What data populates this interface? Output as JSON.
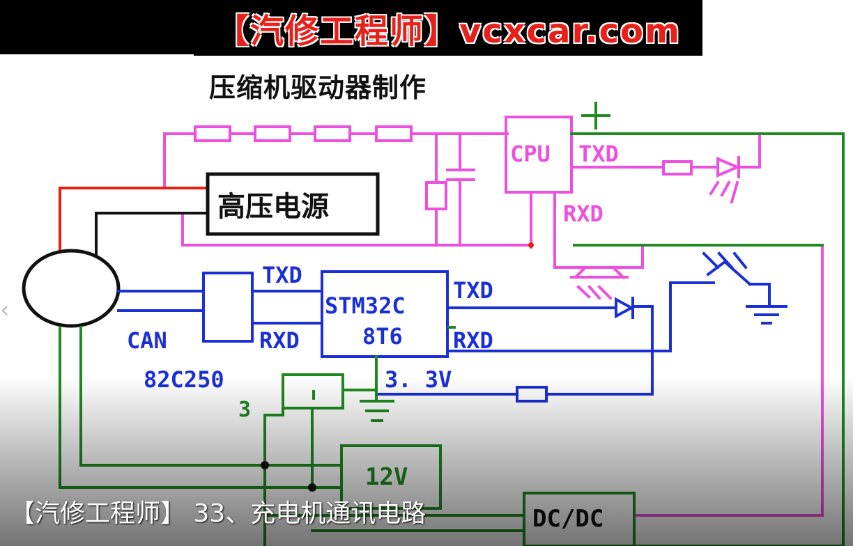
{
  "banner": {
    "text": "【汽修工程师】vcxcar.com",
    "color": "#e8201a"
  },
  "diagram": {
    "title": "压缩机驱动器制作",
    "labels": {
      "hv_supply": "高压电源",
      "cpu": "CPU",
      "cpu_txd": "TXD",
      "cpu_rxd": "RXD",
      "plus": "+",
      "stm_line1": "STM32C",
      "stm_line2": "8T6",
      "stm_txd": "TXD",
      "stm_rxd": "RXD",
      "can_txd": "TXD",
      "can_rxd": "RXD",
      "can": "CAN",
      "can_chip": "82C250",
      "v33": "3. 3V",
      "reg_mark": "3",
      "v12": "12V",
      "dcdc": "DC/DC"
    },
    "colors": {
      "pink": "#ee4fe0",
      "blue": "#1a2fd6",
      "green": "#1f8a1f",
      "red": "#e82010",
      "black": "#111111"
    }
  },
  "caption": {
    "text": "【汽修工程师】 33、充电机通讯电路"
  },
  "nav": {
    "prev_icon": "chevron-left-icon"
  }
}
